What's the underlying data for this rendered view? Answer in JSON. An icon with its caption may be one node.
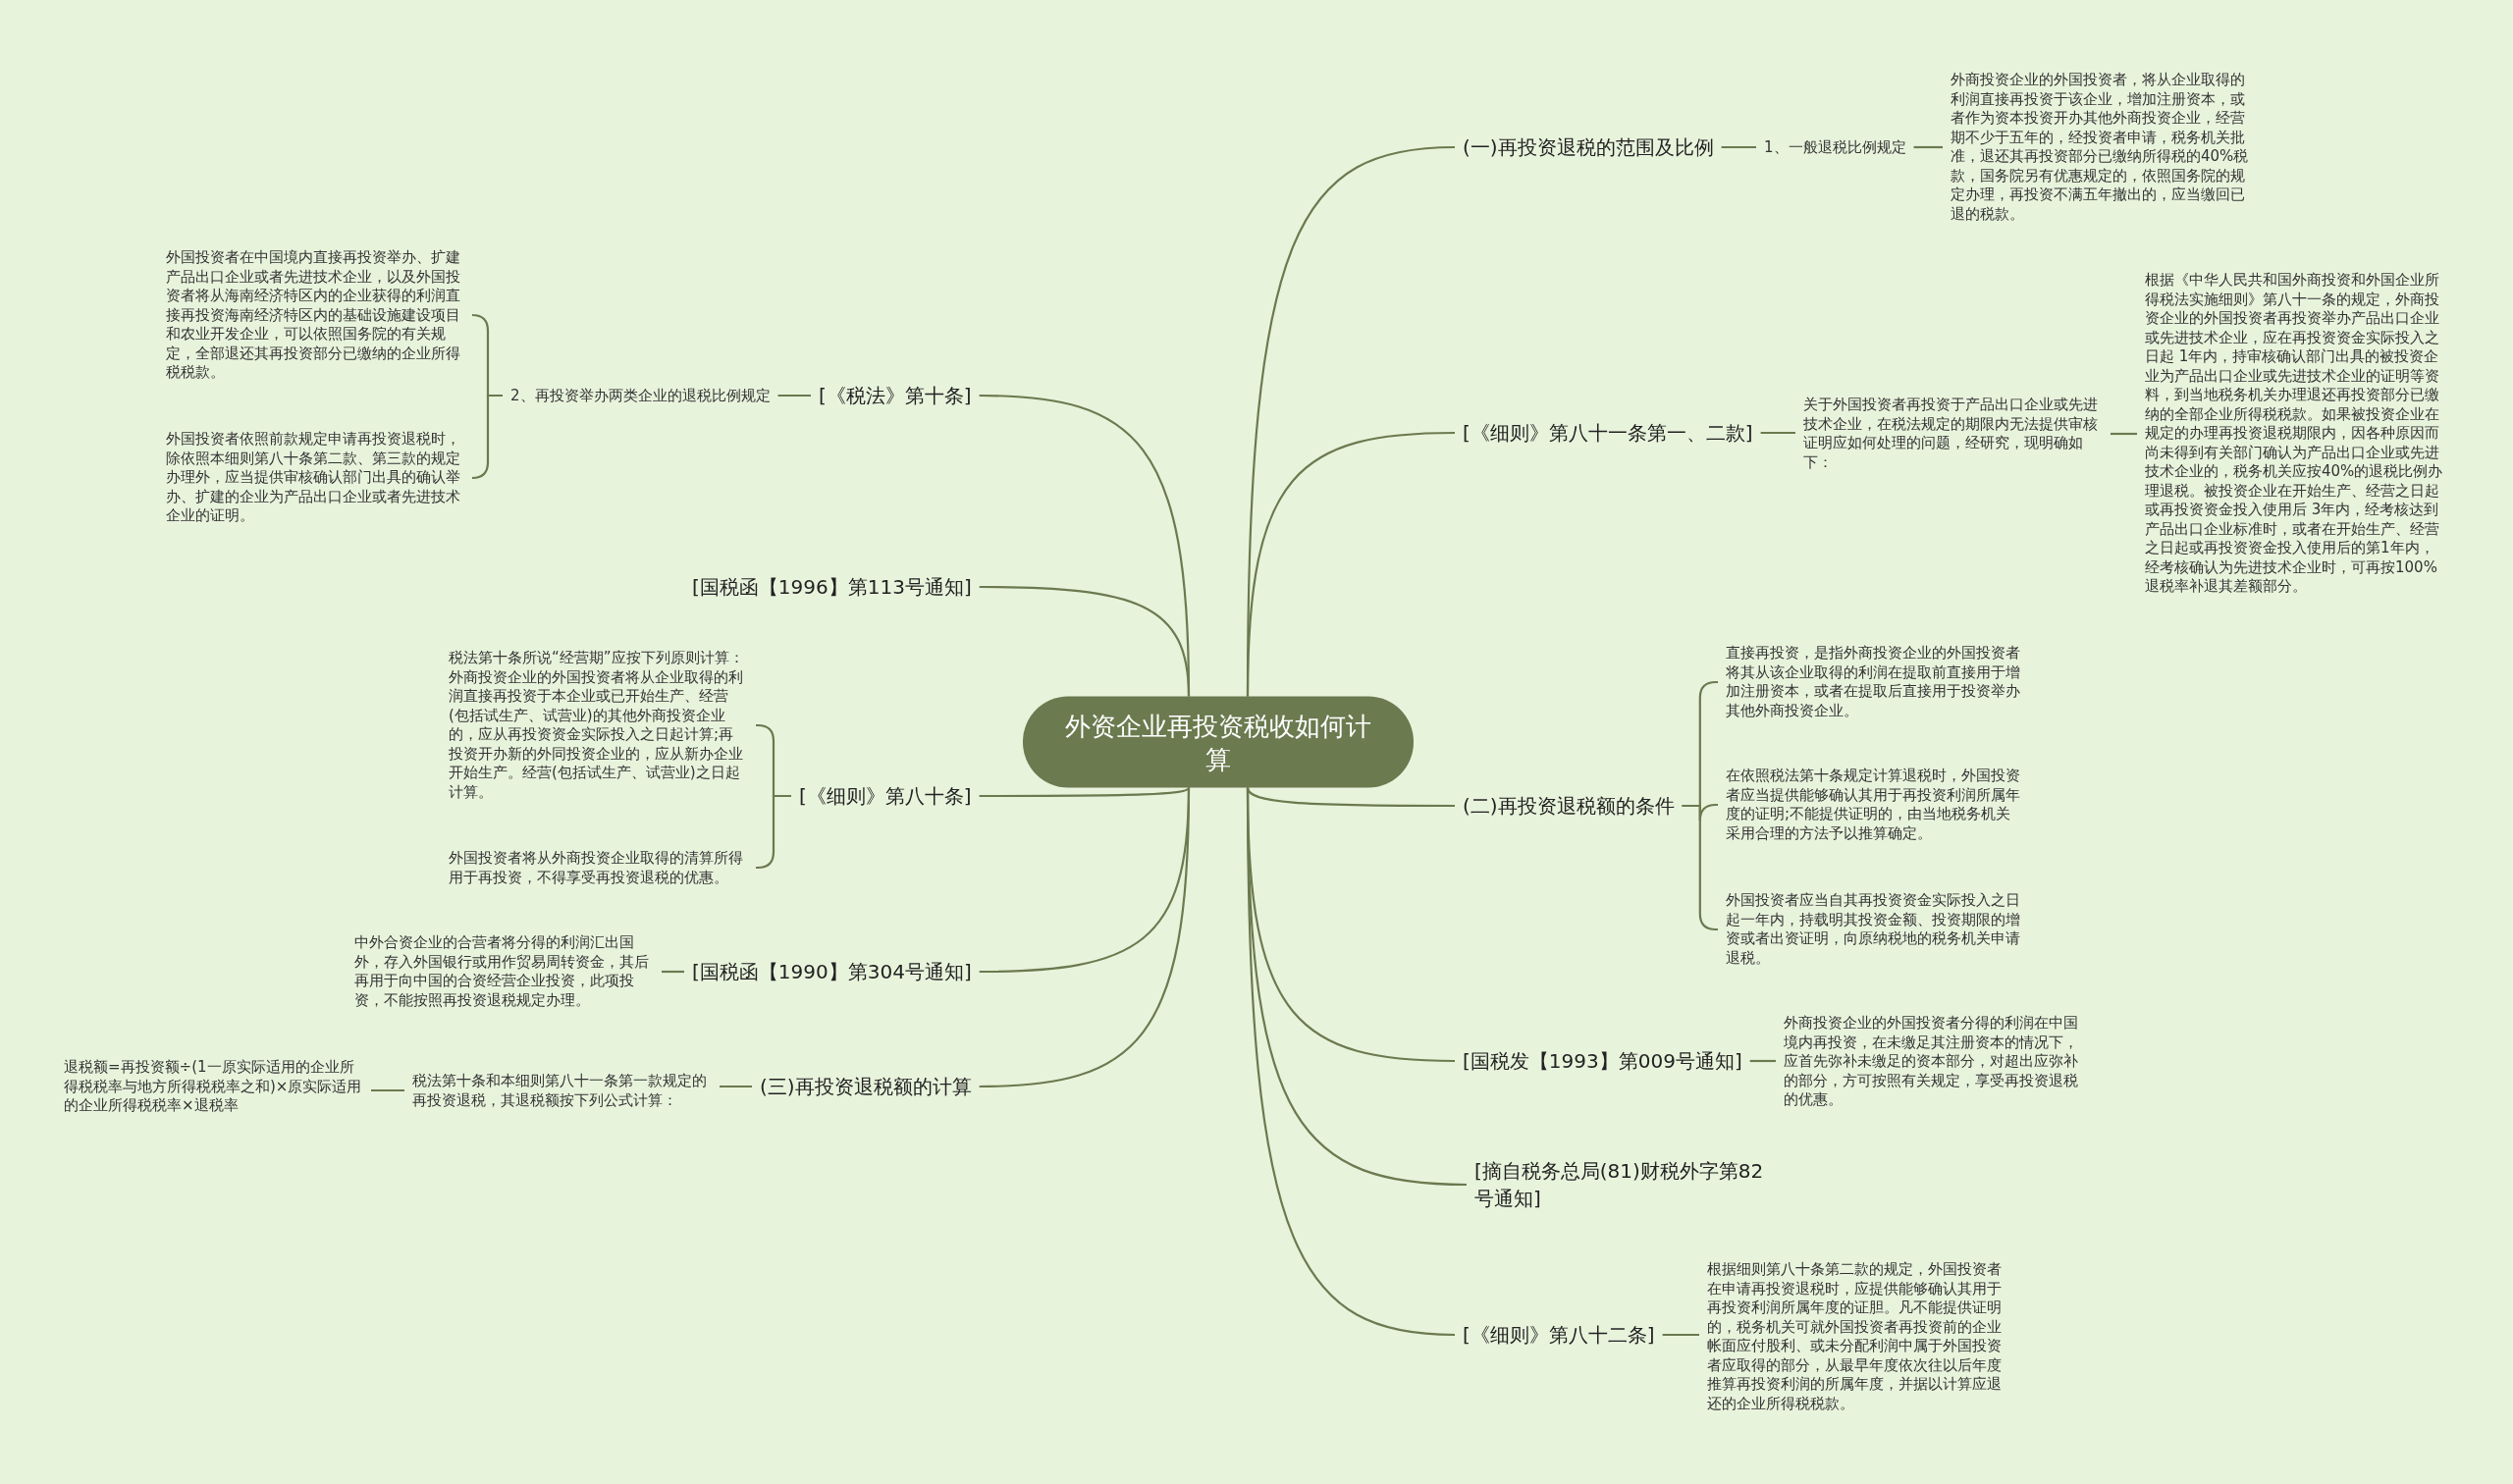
{
  "diagram": {
    "nodes": [
      {
        "text": [
          "外资企业再投资税收如何计算"
        ]
      },
      {
        "text": [
          "(一)再投资退税的范围及比例"
        ]
      },
      {
        "text": [
          "1、一般退税比例规定"
        ]
      },
      {
        "text": [
          "外商投资企业的外国投资者，将从企业取得的利润直接再投资于该企业，增加注册资本，或者作为资本投资开办其他外商投资企业，经营期不少于五年的，经投资者申请，税务机关批准，退还其再投资部分已缴纳所得税的40%税款，国务院另有优惠规定的，依照国务院的规定办理，再投资不满五年撤出的，应当缴回已退的税款。"
        ]
      },
      {
        "text": [
          "[《细则》第八十一条第一、二款]"
        ]
      },
      {
        "text": [
          "关于外国投资者再投资于产品出口企业或先进技术企业，在税法规定的期限内无法提供审核证明应如何处理的问题，经研究，现明确如下："
        ]
      },
      {
        "text": [
          "根据《中华人民共和国外商投资和外国企业所得税法实施细则》第八十一条的规定，外商投资企业的外国投资者再投资举办产品出口企业或先进技术企业，应在再投资资金实际投入之日起 1年内，持审核确认部门出具的被投资企业为产品出口企业或先进技术企业的证明等资料，到当地税务机关办理退还再投资部分已缴纳的全部企业所得税税款。如果被投资企业在规定的办理再投资退税期限内，因各种原因而尚未得到有关部门确认为产品出口企业或先进技术企业的，税务机关应按40%的退税比例办理退税。被投资企业在开始生产、经营之日起或再投资资金投入使用后 3年内，经考核达到产品出口企业标准时，或者在开始生产、经营之日起或再投资资金投入使用后的第1年内，经考核确认为先进技术企业时，可再按100%退税率补退其差额部分。"
        ]
      },
      {
        "text": [
          "(二)再投资退税额的条件"
        ]
      },
      {
        "text": [
          "直接再投资，是指外商投资企业的外国投资者将其从该企业取得的利润在提取前直接用于增加注册资本，或者在提取后直接用于投资举办其他外商投资企业。"
        ]
      },
      {
        "text": [
          "在依照税法第十条规定计算退税时，外国投资者应当提供能够确认其用于再投资利润所属年度的证明;不能提供证明的，由当地税务机关采用合理的方法予以推算确定。"
        ]
      },
      {
        "text": [
          "外国投资者应当自其再投资资金实际投入之日起一年内，持载明其投资金额、投资期限的增资或者出资证明，向原纳税地的税务机关申请退税。"
        ]
      },
      {
        "text": [
          "[国税发【1993】第009号通知]"
        ]
      },
      {
        "text": [
          "外商投资企业的外国投资者分得的利润在中国境内再投资，在未缴足其注册资本的情况下，应首先弥补未缴足的资本部分，对超出应弥补的部分，方可按照有关规定，享受再投资退税的优惠。"
        ]
      },
      {
        "text": [
          "[摘自税务总局(81)财税外字第82号通知]"
        ]
      },
      {
        "text": [
          "[《细则》第八十二条]"
        ]
      },
      {
        "text": [
          "根据细则第八十条第二款的规定，外国投资者在申请再投资退税时，应提供能够确认其用于再投资利润所属年度的证胆。凡不能提供证明的，税务机关可就外国投资者再投资前的企业帐面应付股利、或未分配利润中属于外国投资者应取得的部分，从最早年度依次往以后年度推算再投资利润的所属年度，并据以计算应退还的企业所得税税款。"
        ]
      },
      {
        "text": [
          "[《税法》第十条]"
        ]
      },
      {
        "text": [
          "2、再投资举办两类企业的退税比例规定"
        ]
      },
      {
        "text": [
          "外国投资者在中国境内直接再投资举办、扩建产品出口企业或者先进技术企业，以及外国投资者将从海南经济特区内的企业获得的利润直接再投资海南经济特区内的基础设施建设项目和农业开发企业，可以依照国务院的有关规定，全部退还其再投资部分已缴纳的企业所得税税款。"
        ]
      },
      {
        "text": [
          "外国投资者依照前款规定申请再投资退税时，除依照本细则第八十条第二款、第三款的规定办理外，应当提供审核确认部门出具的确认举办、扩建的企业为产品出口企业或者先进技术企业的证明。"
        ]
      },
      {
        "text": [
          "[国税函【1996】第113号通知]"
        ]
      },
      {
        "text": [
          "[《细则》第八十条]"
        ]
      },
      {
        "text": [
          "税法第十条所说“经营期”应按下列原则计算：外商投资企业的外国投资者将从企业取得的利润直接再投资于本企业或已开始生产、经营(包括试生产、试营业)的其他外商投资企业的，应从再投资资金实际投入之日起计算;再投资开办新的外同投资企业的，应从新办企业开始生产。经营(包括试生产、试营业)之日起计算。"
        ]
      },
      {
        "text": [
          "外国投资者将从外商投资企业取得的清算所得用于再投资，不得享受再投资退税的优惠。"
        ]
      },
      {
        "text": [
          "[国税函【1990】第304号通知]"
        ]
      },
      {
        "text": [
          "中外合资企业的合营者将分得的利润汇出国外，存入外国银行或用作贸易周转资金，其后再用于向中国的合资经营企业投资，此项投资，不能按照再投资退税规定办理。"
        ]
      },
      {
        "text": [
          "(三)再投资退税额的计算"
        ]
      },
      {
        "text": [
          "税法第十条和本细则第八十一条第一款规定的再投资退税，其退税额按下列公式计算："
        ]
      },
      {
        "text": [
          "退税额=再投资额÷(1一原实际适用的企业所得税税率与地方所得税税率之和)×原实际适用的企业所得税税率×退税率"
        ]
      }
    ],
    "edges": [
      {
        "from": 0,
        "to": 1,
        "arrow": "none"
      },
      {
        "from": 1,
        "to": 2,
        "arrow": "none"
      },
      {
        "from": 2,
        "to": 3,
        "arrow": "none"
      },
      {
        "from": 0,
        "to": 4,
        "arrow": "none"
      },
      {
        "from": 4,
        "to": 5,
        "arrow": "none"
      },
      {
        "from": 5,
        "to": 6,
        "arrow": "none"
      },
      {
        "from": 0,
        "to": 7,
        "arrow": "none"
      },
      {
        "from": 7,
        "to": 8,
        "arrow": "none"
      },
      {
        "from": 7,
        "to": 9,
        "arrow": "none"
      },
      {
        "from": 7,
        "to": 10,
        "arrow": "none"
      },
      {
        "from": 0,
        "to": 11,
        "arrow": "none"
      },
      {
        "from": 11,
        "to": 12,
        "arrow": "none"
      },
      {
        "from": 0,
        "to": 13,
        "arrow": "none"
      },
      {
        "from": 0,
        "to": 14,
        "arrow": "none"
      },
      {
        "from": 14,
        "to": 15,
        "arrow": "none"
      },
      {
        "from": 0,
        "to": 16,
        "arrow": "none"
      },
      {
        "from": 16,
        "to": 17,
        "arrow": "none"
      },
      {
        "from": 17,
        "to": 18,
        "arrow": "none"
      },
      {
        "from": 17,
        "to": 19,
        "arrow": "none"
      },
      {
        "from": 0,
        "to": 20,
        "arrow": "none"
      },
      {
        "from": 0,
        "to": 21,
        "arrow": "none"
      },
      {
        "from": 21,
        "to": 22,
        "arrow": "none"
      },
      {
        "from": 21,
        "to": 23,
        "arrow": "none"
      },
      {
        "from": 0,
        "to": 24,
        "arrow": "none"
      },
      {
        "from": 24,
        "to": 25,
        "arrow": "none"
      },
      {
        "from": 0,
        "to": 26,
        "arrow": "none"
      },
      {
        "from": 26,
        "to": 27,
        "arrow": "none"
      },
      {
        "from": 27,
        "to": 28,
        "arrow": "none"
      }
    ]
  }
}
